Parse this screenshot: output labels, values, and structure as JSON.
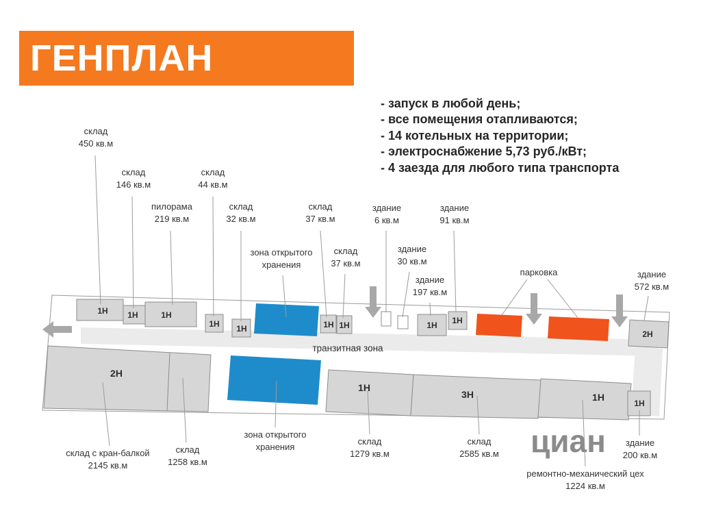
{
  "title": "ГЕНПЛАН",
  "features": [
    "- запуск в любой день;",
    "- все помещения отапливаются;",
    "- 14 котельных на территории;",
    "- электроснабжение 5,73 руб./кВт;",
    "- 4 заезда для любого типа транспорта"
  ],
  "colors": {
    "banner_orange": "#F4791F",
    "parking_orange": "#F0531C",
    "open_storage_blue": "#1E8CCB",
    "building_gray": "#D6D6D6",
    "road_gray": "#EBEBEB"
  },
  "plan": {
    "transit_zone": "транзитная зона",
    "watermark": "циан",
    "codes": {
      "t450": "1Н",
      "t146": "1Н",
      "t219": "1Н",
      "t44": "1Н",
      "t32": "1Н",
      "t37a": "1Н",
      "t37b": "1Н",
      "t197": "1Н",
      "t91": "1Н",
      "t572": "2Н",
      "b2145": "2Н",
      "b1279": "1Н",
      "b2585": "3Н",
      "b1224": "1Н",
      "b200": "1Н"
    }
  },
  "labels": {
    "sklad450": {
      "name": "склад",
      "area": "450 кв.м"
    },
    "sklad146": {
      "name": "склад",
      "area": "146 кв.м"
    },
    "pilorama": {
      "name": "пилорама",
      "area": "219 кв.м"
    },
    "sklad44": {
      "name": "склад",
      "area": "44 кв.м"
    },
    "sklad32": {
      "name": "склад",
      "area": "32 кв.м"
    },
    "zona_top": {
      "name": "зона открытого",
      "area": "хранения"
    },
    "sklad37a": {
      "name": "склад",
      "area": "37 кв.м"
    },
    "sklad37b": {
      "name": "склад",
      "area": "37 кв.м"
    },
    "zdanie6": {
      "name": "здание",
      "area": "6 кв.м"
    },
    "zdanie30": {
      "name": "здание",
      "area": "30 кв.м"
    },
    "zdanie197": {
      "name": "здание",
      "area": "197 кв.м"
    },
    "zdanie91": {
      "name": "здание",
      "area": "91 кв.м"
    },
    "parkovka": {
      "name": "парковка"
    },
    "zdanie572": {
      "name": "здание",
      "area": "572 кв.м"
    },
    "kran": {
      "name": "склад с кран-балкой",
      "area": "2145 кв.м"
    },
    "sklad1258": {
      "name": "склад",
      "area": "1258 кв.м"
    },
    "zona_bottom": {
      "name": "зона открытого",
      "area": "хранения"
    },
    "sklad1279": {
      "name": "склад",
      "area": "1279 кв.м"
    },
    "sklad2585": {
      "name": "склад",
      "area": "2585 кв.м"
    },
    "rmc": {
      "name": "ремонтно-механический цех",
      "area": "1224 кв.м"
    },
    "zdanie200": {
      "name": "здание",
      "area": "200 кв.м"
    }
  }
}
